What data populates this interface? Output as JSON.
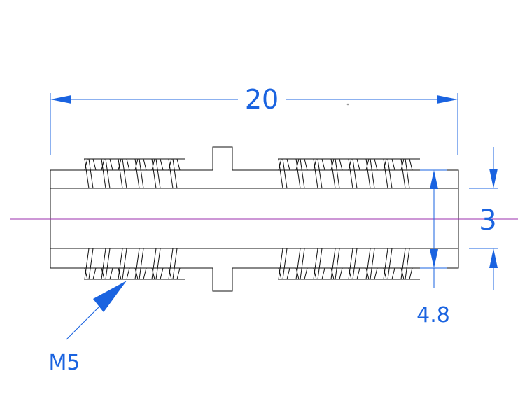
{
  "labels": {
    "length": "20",
    "bore": "3",
    "outer": "4.8",
    "thread": "M5"
  },
  "colors": {
    "outline": "#111111",
    "dimension": "#1a63e0",
    "centerline": "#9b2fae",
    "background": "#ffffff"
  }
}
